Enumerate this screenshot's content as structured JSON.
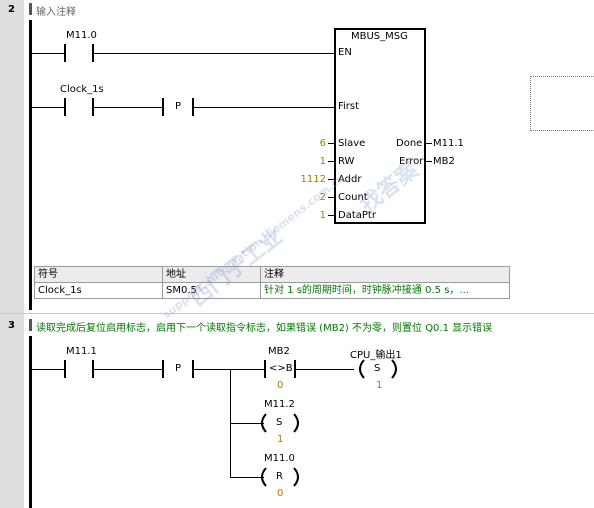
{
  "networks": [
    {
      "number": "2",
      "comment": "输入注释",
      "contacts": {
        "m110": "M11.0",
        "clock": "Clock_1s",
        "p": "P"
      },
      "block": {
        "title": "MBUS_MSG",
        "inputs": [
          "EN",
          "First",
          "Slave",
          "RW",
          "Addr",
          "Count",
          "DataPtr"
        ],
        "input_values": [
          "6",
          "1",
          "1112",
          "2",
          "1"
        ],
        "outputs": [
          "Done",
          "Error"
        ],
        "output_values": [
          "M11.1",
          "MB2"
        ]
      },
      "symbol_table": {
        "headers": [
          "符号",
          "地址",
          "注释"
        ],
        "row": [
          "Clock_1s",
          "SM0.5",
          "针对 1 s的周期时间，时钟脉冲接通 0.5 s，..."
        ]
      }
    },
    {
      "number": "3",
      "comment": "读取完成后复位启用标志，启用下一个读取指令标志，如果错误 (MB2) 不为零，则置位 Q0.1 显示错误",
      "contact_m111": "M11.1",
      "p": "P",
      "compare": {
        "label": "MB2",
        "op": "<>B",
        "value": "0"
      },
      "coil_cpu": {
        "label": "CPU_输出1",
        "op": "S",
        "value": "1"
      },
      "coil_m112": {
        "label": "M11.2",
        "op": "S",
        "value": "1"
      },
      "coil_m110": {
        "label": "M11.0",
        "op": "R",
        "value": "0"
      }
    }
  ],
  "watermark": [
    "西门子工业",
    "support.automation.siemens.com.cn",
    "找答案"
  ]
}
